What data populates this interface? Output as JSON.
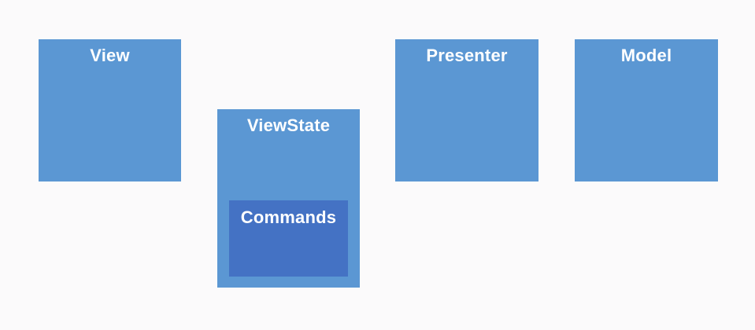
{
  "diagram": {
    "type": "architecture-diagram",
    "colors": {
      "background": "#fbfafb",
      "box_fill": "#5b97d3",
      "nested_fill": "#4472c4",
      "text": "#ffffff"
    },
    "boxes": [
      {
        "id": "view",
        "label": "View"
      },
      {
        "id": "viewstate",
        "label": "ViewState",
        "children": [
          {
            "id": "commands",
            "label": "Commands"
          }
        ]
      },
      {
        "id": "presenter",
        "label": "Presenter"
      },
      {
        "id": "model",
        "label": "Model"
      }
    ]
  }
}
